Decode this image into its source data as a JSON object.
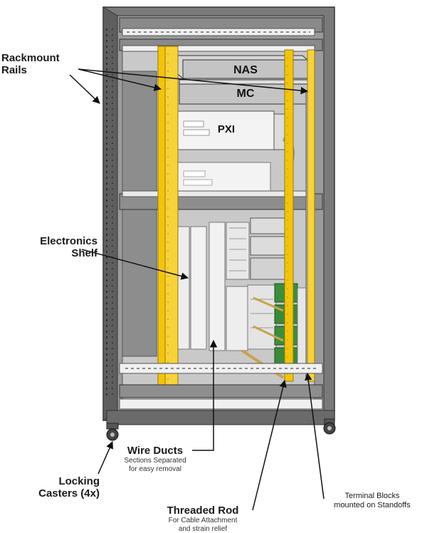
{
  "equipment": {
    "nas": "NAS",
    "mc": "MC",
    "pxi": "PXI"
  },
  "callouts": {
    "rackmount_rails": "Rackmount\nRails",
    "electronics_shelf": "Electronics\nShelf",
    "locking_casters": "Locking\nCasters (4x)",
    "wire_ducts": "Wire Ducts",
    "wire_ducts_sub": "Sections Separated\nfor easy removal",
    "threaded_rod": "Threaded Rod",
    "threaded_rod_sub": "For Cable Attachment\nand strain relief",
    "terminal_blocks": "Terminal Blocks\nmounted on Standoffs"
  },
  "colors": {
    "frame": "#6e6e6e",
    "frame_dark": "#4a4a4a",
    "rail": "#f2c40f",
    "panel": "#b9b9b9",
    "equipment": "#d9d9d9",
    "terminal_green": "#3a8a3a"
  }
}
